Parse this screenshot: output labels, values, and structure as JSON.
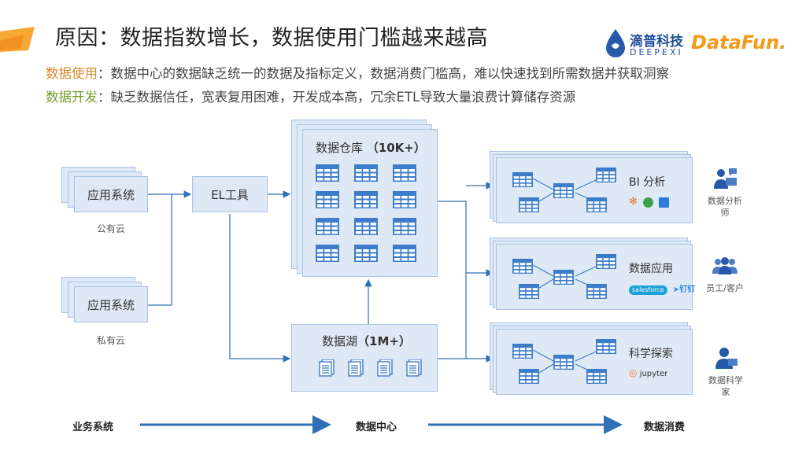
{
  "title": "原因：数据指数增长，数据使用门槛越来越高",
  "logos": {
    "deepexi_cn": "滴普科技",
    "deepexi_en": "DEEPEXI",
    "datafun": "DataFun."
  },
  "bullets": [
    {
      "label": "数据使用",
      "text": "：数据中心的数据缺乏统一的数据及指标定义，数据消费门槛高，难以快速找到所需数据并获取洞察"
    },
    {
      "label": "数据开发",
      "text": "：缺乏数据信任，宽表复用困难，开发成本高，冗余ETL导致大量浪费计算储存资源"
    }
  ],
  "sources": [
    {
      "label": "应用系统",
      "caption": "公有云"
    },
    {
      "label": "应用系统",
      "caption": "私有云"
    }
  ],
  "el_tool": "EL工具",
  "warehouse": {
    "label": "数据仓库",
    "count": "（10K+）"
  },
  "lake": {
    "label": "数据湖",
    "count": "（1M+）"
  },
  "consumers": [
    {
      "label": "BI 分析",
      "user": "数据分析师",
      "icon": "analyst-icon"
    },
    {
      "label": "数据应用",
      "user": "员工/客户",
      "icon": "users-icon"
    },
    {
      "label": "科学探索",
      "user": "数据科学家",
      "icon": "scientist-icon",
      "tool": "jupyter"
    }
  ],
  "app_logos": {
    "dingtalk": "钉钉",
    "salesforce": "salesforce"
  },
  "stages": {
    "business": "业务系统",
    "center": "数据中心",
    "consume": "数据消费"
  },
  "colors": {
    "arrow": "#2e6fb5",
    "box": "#dfe9f6",
    "box_border": "#a8c3e4",
    "table_icon": "#3d7cc9",
    "accent_orange": "#f5a623"
  }
}
